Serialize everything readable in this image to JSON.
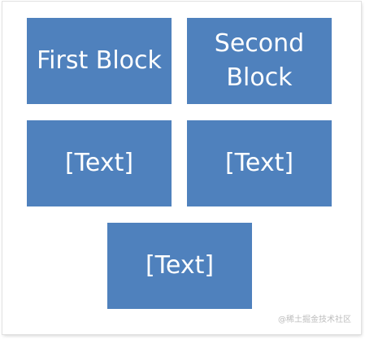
{
  "blocks": [
    {
      "label": "First Block"
    },
    {
      "label": "Second Block"
    },
    {
      "label": "[Text]"
    },
    {
      "label": "[Text]"
    },
    {
      "label": "[Text]"
    }
  ],
  "watermark": "@稀土掘金技术社区",
  "colors": {
    "block_fill": "#4f81bd",
    "block_text": "#ffffff",
    "background": "#ffffff"
  }
}
